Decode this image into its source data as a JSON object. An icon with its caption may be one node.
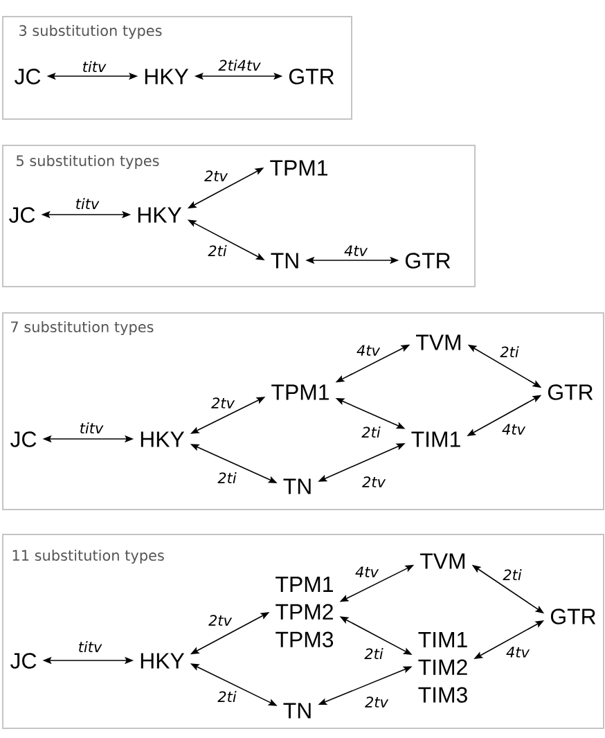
{
  "diagram": {
    "nodes": [
      {
        "text": [
          "3 substitution types"
        ]
      },
      {
        "text": [
          "JC"
        ],
        "in": 0
      },
      {
        "text": [
          "HKY"
        ],
        "in": 0
      },
      {
        "text": [
          "GTR"
        ],
        "in": 0
      },
      {
        "text": [
          "5 substitution types"
        ]
      },
      {
        "text": [
          "JC"
        ],
        "in": 4
      },
      {
        "text": [
          "HKY"
        ],
        "in": 4
      },
      {
        "text": [
          "TPM1"
        ],
        "in": 4
      },
      {
        "text": [
          "TN"
        ],
        "in": 4
      },
      {
        "text": [
          "GTR"
        ],
        "in": 4
      },
      {
        "text": [
          "7 substitution types"
        ]
      },
      {
        "text": [
          "JC"
        ],
        "in": 10
      },
      {
        "text": [
          "HKY"
        ],
        "in": 10
      },
      {
        "text": [
          "TPM1"
        ],
        "in": 10
      },
      {
        "text": [
          "TN"
        ],
        "in": 10
      },
      {
        "text": [
          "TVM"
        ],
        "in": 10
      },
      {
        "text": [
          "TIM1"
        ],
        "in": 10
      },
      {
        "text": [
          "GTR"
        ],
        "in": 10
      },
      {
        "text": [
          "11 substitution types"
        ]
      },
      {
        "text": [
          "JC"
        ],
        "in": 18
      },
      {
        "text": [
          "HKY"
        ],
        "in": 18
      },
      {
        "text": [
          "TPM1",
          "TPM2",
          "TPM3"
        ],
        "in": 18
      },
      {
        "text": [
          "TN"
        ],
        "in": 18
      },
      {
        "text": [
          "TVM"
        ],
        "in": 18
      },
      {
        "text": [
          "TIM1",
          "TIM2",
          "TIM3"
        ],
        "in": 18
      },
      {
        "text": [
          "GTR"
        ],
        "in": 18
      }
    ],
    "edges": [
      {
        "from": 1,
        "to": 2,
        "arrow": "both",
        "label": "titv"
      },
      {
        "from": 2,
        "to": 3,
        "arrow": "both",
        "label": "2ti4tv"
      },
      {
        "from": 5,
        "to": 6,
        "arrow": "both",
        "label": "titv"
      },
      {
        "from": 6,
        "to": 7,
        "arrow": "both",
        "label": "2tv"
      },
      {
        "from": 6,
        "to": 8,
        "arrow": "both",
        "label": "2ti"
      },
      {
        "from": 8,
        "to": 9,
        "arrow": "both",
        "label": "4tv"
      },
      {
        "from": 11,
        "to": 12,
        "arrow": "both",
        "label": "titv"
      },
      {
        "from": 12,
        "to": 13,
        "arrow": "both",
        "label": "2tv"
      },
      {
        "from": 12,
        "to": 14,
        "arrow": "both",
        "label": "2ti"
      },
      {
        "from": 13,
        "to": 15,
        "arrow": "both",
        "label": "4tv"
      },
      {
        "from": 13,
        "to": 16,
        "arrow": "both",
        "label": "2ti"
      },
      {
        "from": 14,
        "to": 16,
        "arrow": "both",
        "label": "2tv"
      },
      {
        "from": 15,
        "to": 17,
        "arrow": "both",
        "label": "2ti"
      },
      {
        "from": 16,
        "to": 17,
        "arrow": "both",
        "label": "4tv"
      },
      {
        "from": 19,
        "to": 20,
        "arrow": "both",
        "label": "titv"
      },
      {
        "from": 20,
        "to": 21,
        "arrow": "both",
        "label": "2tv"
      },
      {
        "from": 20,
        "to": 22,
        "arrow": "both",
        "label": "2ti"
      },
      {
        "from": 21,
        "to": 23,
        "arrow": "both",
        "label": "4tv"
      },
      {
        "from": 21,
        "to": 24,
        "arrow": "both",
        "label": "2ti"
      },
      {
        "from": 22,
        "to": 24,
        "arrow": "both",
        "label": "2tv"
      },
      {
        "from": 23,
        "to": 25,
        "arrow": "both",
        "label": "2ti"
      },
      {
        "from": 24,
        "to": 25,
        "arrow": "both",
        "label": "4tv"
      }
    ]
  }
}
